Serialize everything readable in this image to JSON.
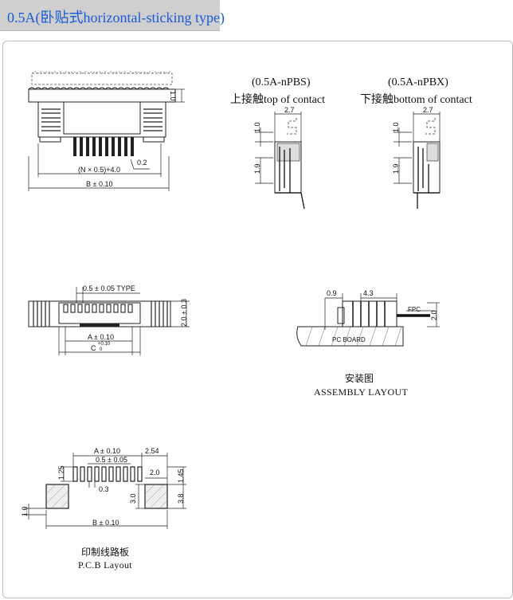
{
  "header": {
    "title": "0.5A(卧贴式horizontal-sticking type)",
    "bg": "#cfcfcf",
    "title_color": "#1a5ad6"
  },
  "top_view": {
    "dim_height": "1.0",
    "dim_pitch": "0.2",
    "dim_n": "(N × 0.5)+4.0",
    "dim_b": "B ± 0.10"
  },
  "pbs": {
    "title": "(0.5A-nPBS)",
    "subtitle": "上接触top of contact",
    "dim_width": "2.7",
    "dim_1": "1.0",
    "dim_2": "1.9"
  },
  "pbx": {
    "title": "(0.5A-nPBX)",
    "subtitle": "下接触bottom of contact",
    "dim_width": "2.7",
    "dim_1": "1.0",
    "dim_2": "1.9"
  },
  "front_view": {
    "dim_type": "0.5 ± 0.05 TYPE",
    "dim_height": "2.0 ± 0.3",
    "dim_a": "A ± 0.10",
    "dim_c": "C",
    "dim_c_tol_upper": "+0.10",
    "dim_c_tol_lower": "0"
  },
  "assembly": {
    "dim_1": "0.9",
    "dim_2": "4.3",
    "fpc": "FPC",
    "dim_3": "2.0",
    "board": "PC BOARD",
    "caption_cn": "安装图",
    "caption_en": "ASSEMBLY LAYOUT"
  },
  "pcb": {
    "dim_a": "A ± 0.10",
    "dim_pitch": "0.5 ± 0.05",
    "dim_254": "2.54",
    "dim_125": "1.25",
    "dim_03": "0.3",
    "dim_20": "2.0",
    "dim_145": "1.45",
    "dim_30": "3.0",
    "dim_38": "3.8",
    "dim_10": "1.0",
    "dim_b": "B ± 0.10",
    "caption_cn": "印制线路板",
    "caption_en": "P.C.B Layout"
  }
}
